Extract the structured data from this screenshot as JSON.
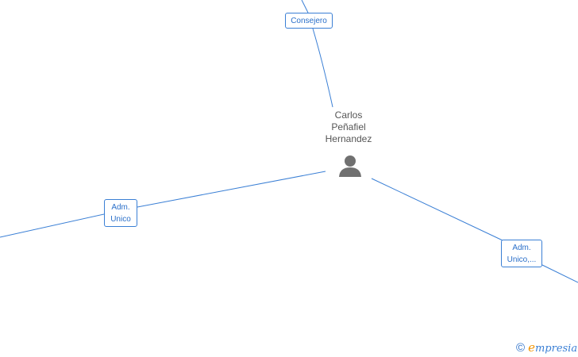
{
  "center_person": {
    "name": "Carlos\nPeñafiel\nHernandez",
    "icon": "person-icon"
  },
  "relations": [
    {
      "label_lines": [
        "Consejero"
      ]
    },
    {
      "label_lines": [
        "Adm.",
        "Unico"
      ]
    },
    {
      "label_lines": [
        "Adm.",
        "Unico,..."
      ]
    }
  ],
  "watermark": {
    "symbol": "©",
    "brand_initial": "e",
    "brand_rest": "mpresia"
  },
  "colors": {
    "edge": "#3a7fd5",
    "label_text": "#2a6fc9",
    "name_text": "#555555",
    "icon": "#707070",
    "brand_accent": "#f29400"
  }
}
